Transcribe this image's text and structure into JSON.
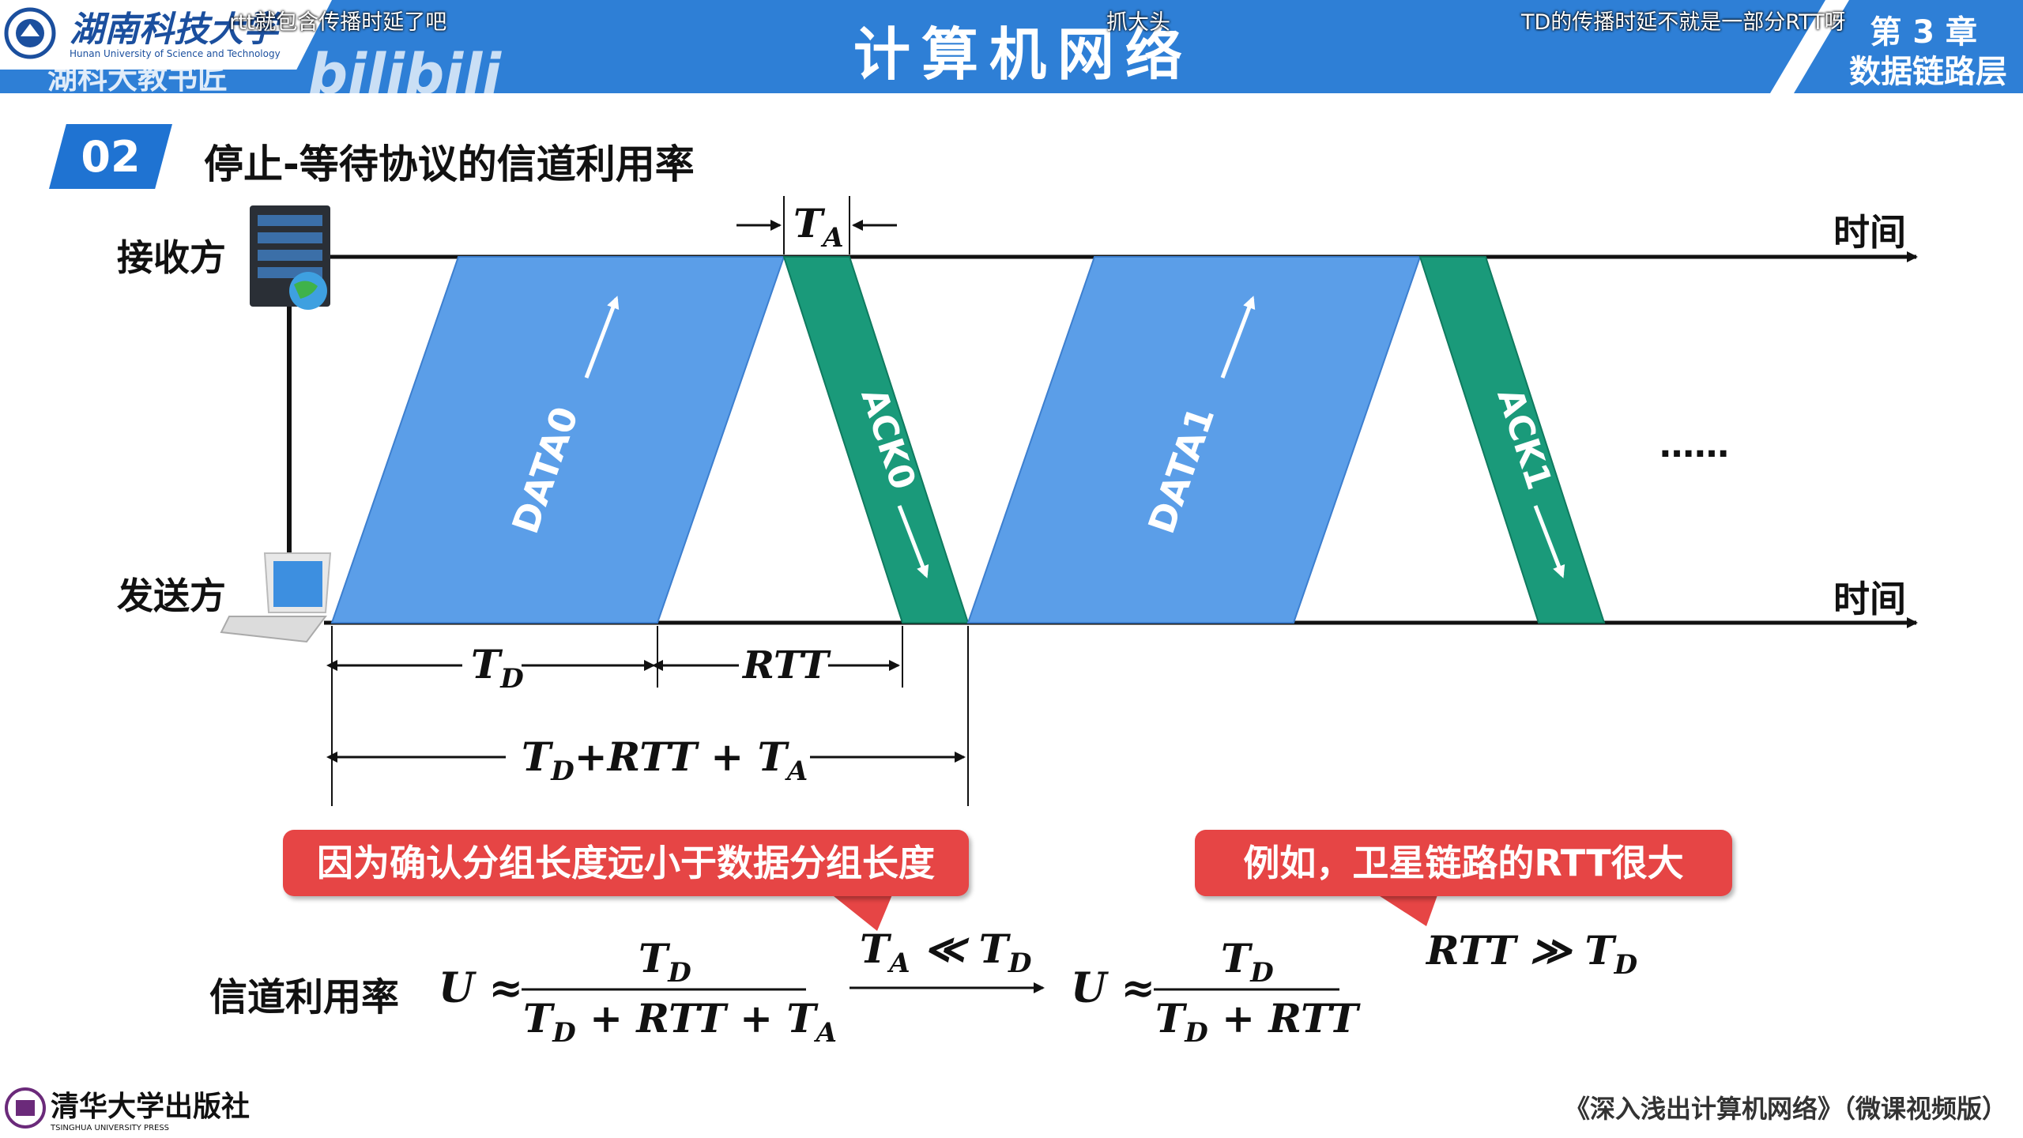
{
  "header": {
    "university_name": "湖南科技大学",
    "university_name_en": "Hunan University of Science and Technology",
    "watermark_text": "湖科大教书匠",
    "platform_logo": "bilibili",
    "course_title": "计算机网络",
    "chapter_number": "第 3 章",
    "chapter_title": "数据链路层",
    "header_color": "#2e7fd6"
  },
  "danmaku": [
    "rtt就包含传播时延了吧",
    "抓大头",
    "TD的传播时延不就是一部分RTT呀"
  ],
  "section": {
    "number": "02",
    "title": "停止-等待协议的信道利用率"
  },
  "diagram": {
    "receiver_label": "接收方",
    "sender_label": "发送方",
    "time_label": "时间",
    "frames": [
      {
        "label": "DATA0",
        "kind": "data"
      },
      {
        "label": "ACK0",
        "kind": "ack"
      },
      {
        "label": "DATA1",
        "kind": "data"
      },
      {
        "label": "ACK1",
        "kind": "ack"
      }
    ],
    "ellipsis": "……",
    "data_color": "#5b9ee8",
    "ack_color": "#1a9a7a",
    "dims": {
      "ta": "T_A",
      "td": "T_D",
      "rtt": "RTT",
      "total": "T_D+RTT + T_A"
    }
  },
  "callouts": [
    "因为确认分组长度远小于数据分组长度",
    "例如，卫星链路的RTT很大"
  ],
  "formula": {
    "label": "信道利用率",
    "u1_numerator": "T_D",
    "u1_denominator": "T_D + RTT + T_A",
    "condition1": "T_A ≪ T_D",
    "u2_numerator": "T_D",
    "u2_denominator": "T_D + RTT",
    "condition2": "RTT ≫ T_D"
  },
  "footer": {
    "publisher": "清华大学出版社",
    "publisher_en": "TSINGHUA UNIVERSITY PRESS",
    "book_title": "《深入浅出计算机网络》（微课视频版）"
  }
}
